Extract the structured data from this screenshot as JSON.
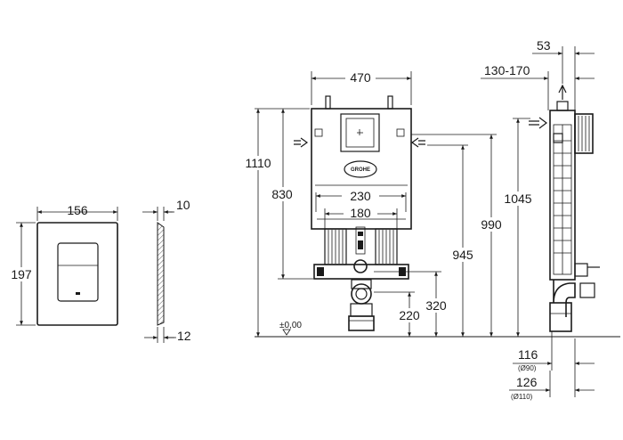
{
  "logo": "GROHE",
  "dimensions": {
    "plate_width": "156",
    "plate_height": "197",
    "plate_depth": "10",
    "plate_offset": "12",
    "frame_width": "470",
    "height_total": "1110",
    "height_830": "830",
    "spacing_230": "230",
    "spacing_180": "180",
    "height_990": "990",
    "height_945": "945",
    "height_320": "320",
    "height_220": "220",
    "floor_level": "±0,00",
    "depth_53": "53",
    "depth_range": "130-170",
    "height_1045": "1045",
    "dist_116": "116",
    "dia_90": "(Ø90)",
    "dist_126": "126",
    "dia_110": "(Ø110)"
  }
}
